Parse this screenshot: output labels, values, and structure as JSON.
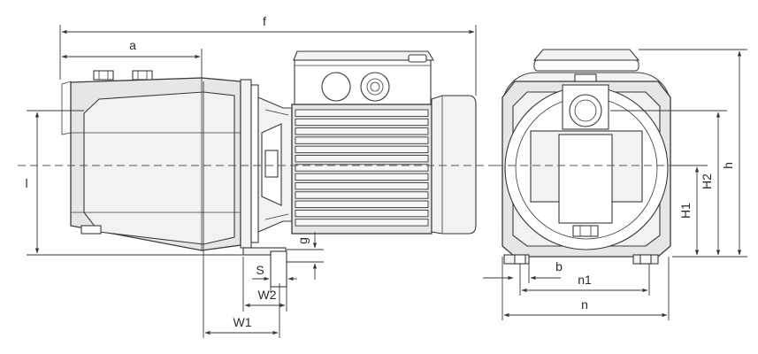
{
  "labels": {
    "f": "f",
    "a": "a",
    "l": "l",
    "g": "g",
    "s": "S",
    "w2": "W2",
    "w1": "W1",
    "b": "b",
    "n1": "n1",
    "n": "n",
    "h1": "H1",
    "h2": "H2",
    "h": "h"
  }
}
